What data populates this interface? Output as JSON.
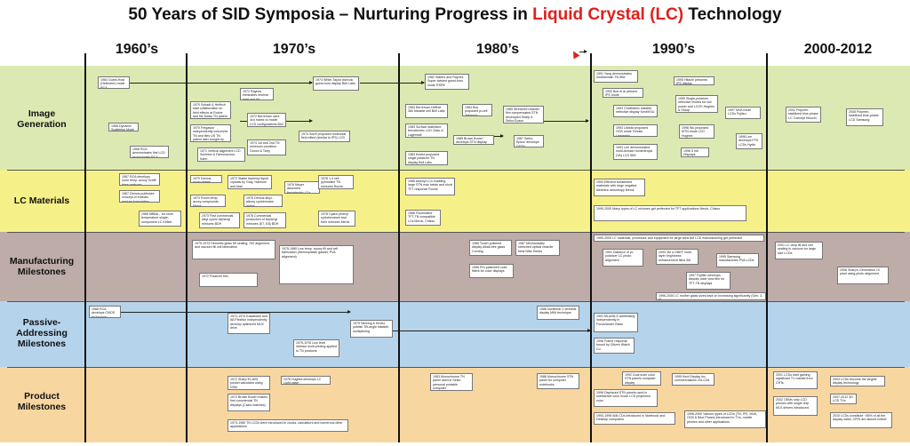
{
  "title_parts": {
    "pre": "50 Years of SID Symposia – Nurturing Progress in ",
    "highlight": "Liquid Crystal (LC)",
    "post": " Technology"
  },
  "decades": [
    "1960’s",
    "1970’s",
    "1980’s",
    "1990’s",
    "2000-2012"
  ],
  "rows": [
    {
      "lines": [
        "Image",
        "Generation"
      ]
    },
    {
      "lines": [
        "LC Materials"
      ]
    },
    {
      "lines": [
        "Manufacturing",
        "Milestones"
      ]
    },
    {
      "lines": [
        "Passive-",
        "Addressing",
        "Milestones"
      ]
    },
    {
      "lines": [
        "Product",
        "Milestones"
      ]
    }
  ],
  "colors": {
    "image_generation": "#dde9b2",
    "lc_materials": "#f6f089",
    "manufacturing": "#bdaca7",
    "passive": "#b5d4ec",
    "product": "#f8d6a0",
    "highlight": "#e0201c"
  },
  "entries": {
    "ig60a": "1964 Guest-Host (Heilmeier) mode RCA",
    "ig60b": "1966 Dynamic Scattering Mode",
    "ig60c": "1968 RCA demonstrates first LCD technologies RCA",
    "ig70a": "1970 Schadt & Helfrich start collaboration on field effects at Roche and file Swiss TN patent",
    "ig70b": "1970 Fergason independently conceives TN and files US TN patent later bought by Roche",
    "ig70c": "1971 Vertical alignment LCD Schiekel & Fahrenschon, Kahn",
    "ig70d": "1972 Raynes eliminates reverse twist and tilt domains in TN",
    "ig70e": "1972 Berreman uses 4x4 matrix to model LCD configurations Bell Labs",
    "ig70f": "1974 White-Taylor dichroic guest-host display Bell Labs",
    "ig70g": "1974 1st and 2nd TN minimum condition Gooch & Tarry",
    "ig70h": "1974 Soref proposed horizontal field effect (similar to IPS) LCD",
    "ig80a": "1982 Waters and Raynes Super-twisted guest-host mode RSRE",
    "ig80b": "1983 Berreman-Heffner 360 bistable cell Bell Labs",
    "ig80c": "1983 Surface stabilized ferroelectric LCD Clark & Lagerwall",
    "ig80d": "1983 Kmetz proposed single polarizer TN display Bell Labs",
    "ig80e": "1984 Bos proposed pi-cell Tektronix",
    "ig80f": "1985 Brown Boveri develops STN display",
    "ig80g": "1985 Stretched retarder film compensated STN developed Sharp & Seiko-Epson",
    "ig80h": "1987 Seiko-Epson develops DSTN",
    "ig90a": "1991 Yang demonstrates multidomain TN IBM",
    "ig90b": "1992 Bos et al present IPS mode",
    "ig90c": "1993 Cholesteric bistable reflective display Kent/KSU",
    "ig90d": "1993 Uchida proposed OCB mode Tohoku University",
    "ig90e": "1993 Lee demonstrated multi-domain homeotropic (VA) LCD IBM",
    "ig90f": "1995 Hitachi presents IPS display",
    "ig90g": "1995 Single-polarizer reflective modes for low power and LCOS Hughes & Sharp",
    "ig90h": "1996 Wu proposed MTN mode LCD Hughes",
    "ig90i": "1996 5 mk Displays",
    "ig90j": "1997 MVA mode LCDs Fujitsu",
    "ig90k": "1998 Lee develops FFS LCDs Hydis",
    "ig00a": "2002 Polymer-stabilized blue-phase LC Concept Kikuchi",
    "ig00b": "2008 Polymer-stabilized blue-phase LCD Samsung",
    "mat60a": "1967 RCA develops room temp. azoxy Schiff base mixtures",
    "mat60b": "1967 Demus publishes concept of eutectic mixture formulation",
    "mat60c": "1969 MBBA - 1st room temperature single-component LC Kelker",
    "mat70a": "1970 Demus azoxy esters",
    "mat70b": "1972 Stable biphenyl liquid crystals by Gray, Harrison and Mari",
    "mat70c": "1973 Room temp azoxy compounds Merck",
    "mat70d": "1973 First commercial alkyl cyano biphenyl mixtures BDH",
    "mat70e": "1975 Demus alkyl-alkoxy cyclohexane esters",
    "mat70f": "1976 Commercial production of biphenyl mixtures (E7, E8) BDH",
    "mat70g": "1976 Meyer discovers ferroelectric LCs",
    "mat70h": "1978 1,4 cell pyrimidine TN mixtures Roche",
    "mat70i": "1978 Cyano phenyl cyclohexanes and their mixtures Merck",
    "mat80a": "1985 Alkenyl LCs enabling large STN max twists and short TFT response Roche",
    "mat80b": "1986 Fluorinated TFT-TN compatible LCs Merck, Chisso",
    "mat90a": "1990 Efficient substituted materials with large negative dielectric anisotropy Merck",
    "mat90b": "1990-2000 Many types of LC mixtures get perfected for TFT applications Merck, Chisso",
    "man70a": "1970-1973 Hermetic glass frit sealing, SiO alignment, and vacuum fill cell fabrication",
    "man70b": "1972 Polarizer film",
    "man70c": "1975-1980 Low temp. epoxy fill and cell fabrication (thermoplastic gasket, PVA alignment)",
    "man80a": "1985 Touch-polished display alkali-free glass Corning",
    "man80b": "1987 Mechanically stretched optical retarder films Nitto Denko",
    "man80c": "1985 Pre-patterned color filters for color displays",
    "man90a": "1990-2000 LC materials, processes and equipment for large area AM LCD manufacturing get perfected",
    "man90b": "1991 Distance of pi-polarizer LC photo alignment",
    "man90c": "1993 3M & DBEF multi-layer brightness enhancement films 3M",
    "man90d": "1995 Samsung manufactures PVA LCDs",
    "man90e": "1997 Fujifilm develops discotic wide view film for TFT-TN displays",
    "man90f": "1996-2000 LC mother glass sizes kept on increasing significantly (Gen. 3-4)",
    "man00a": "2001 LC drop fill and cell sealing in vacuum for large size LCDs",
    "man00b": "2006 Sharp's Generation 10 plant using photo alignment",
    "pas60a": "1968 RCA develops CMOS technology",
    "pas70a": "1972-1974 Kawakami and Alt-Pleshko independently develop optimized MUX drive",
    "pas70b": "1975-1976 Low level intrinsic multi-plexing applied to TN products",
    "pas70c": "1979 Nehring & Kmetz publish Tilt-angle bistable multiplexing",
    "pas80a": "1986 Nonlinear 2-terminal display MIM technique",
    "pas90a": "1991 MLA/MLS addressing independently In Focus/Asahi Glass",
    "pas90b": "1996 Frame response bound by Citizen Watch Co.",
    "pro70a": "1972 Sharp EL-805 pocket calculator using DSM",
    "pro70b": "1976 Hughes develops LC Light valve",
    "pro70c": "1973 Brown Boveri makes first commercial TN displays (Casio watches)",
    "pro70d": "1973-1980 TN LCDs were introduced in clocks, calculators and numerous other applications",
    "pro80a": "1983 Monochrome TN panel used in Seiko personal portable computer",
    "pro80b": "1988 Monochrome STN panel for computer notebooks",
    "pro90a": "1992 Dual scan color STN panels computer display",
    "pro90b": "1995 Kent Display Inc commercializes ChLCDs",
    "pro90c": "1996 Displaced STN panels used in subtractive color mode LCD projection color",
    "pro90d": "1993-1995 AMLCDs introduced in Notebook and Desktop computers",
    "pro90e": "1996-2000 Various types of LCDs (TN, IPS, MVA, OCB & Blue Phase) introduced in TVs, mobile phones and other applications",
    "pro00a": "2001 LCDs start gaining significant TV market from CRTs",
    "pro00b": "2002 OEMs ship LCD phones with single chip MLS drivers introduced",
    "pro00c": "2004 LCDs become the largest display technology",
    "pro00d": "2007-2012 3D LCD TVs",
    "pro00e": "2010 LCDs constitute ~85% of all the display sales; CRTs are almost extinct"
  }
}
